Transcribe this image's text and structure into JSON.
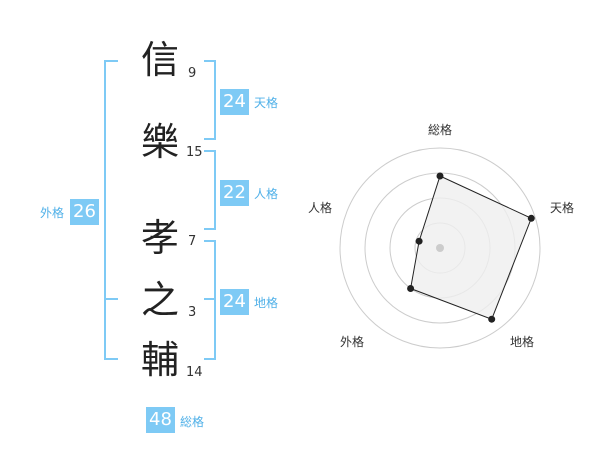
{
  "colors": {
    "accent": "#7ecaf5",
    "bracket": "#7ecaf5",
    "label": "#4fb0e8",
    "text": "#222222",
    "grid": "#cccccc",
    "fill": "#efefef",
    "polygon": "#222222"
  },
  "name": {
    "chars": [
      {
        "char": "信",
        "strokes": "9"
      },
      {
        "char": "樂",
        "strokes": "15"
      },
      {
        "char": "孝",
        "strokes": "7"
      },
      {
        "char": "之",
        "strokes": "3"
      },
      {
        "char": "輔",
        "strokes": "14"
      }
    ]
  },
  "fortunes": {
    "tenkaku": {
      "value": "24",
      "label": "天格"
    },
    "jinkaku": {
      "value": "22",
      "label": "人格"
    },
    "chikaku": {
      "value": "24",
      "label": "地格"
    },
    "gaikaku": {
      "value": "26",
      "label": "外格"
    },
    "soukaku": {
      "value": "48",
      "label": "総格"
    }
  },
  "chart_data": {
    "type": "radar",
    "axes": [
      "総格",
      "天格",
      "地格",
      "外格",
      "人格"
    ],
    "values": [
      0.72,
      0.96,
      0.88,
      0.5,
      0.22
    ],
    "rings": 4,
    "grid": true
  }
}
